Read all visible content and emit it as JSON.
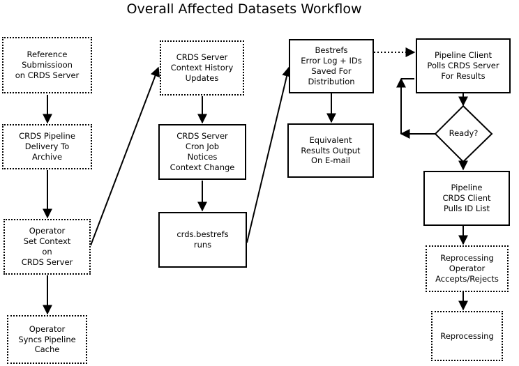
{
  "title": "Overall Affected Datasets Workflow",
  "nodes": {
    "reference_submission": "Reference\nSubmissioon\non CRDS Server",
    "pipeline_delivery": "CRDS Pipeline\nDelivery To\nArchive",
    "operator_set_context": "Operator\nSet Context\non\nCRDS Server",
    "operator_syncs_cache": "Operator\nSyncs Pipeline\nCache",
    "context_history": "CRDS Server\nContext History\nUpdates",
    "cron_job": "CRDS Server\nCron Job\nNotices\nContext Change",
    "bestrefs_runs": "crds.bestrefs\nruns",
    "error_log": "Bestrefs\nError Log + IDs\nSaved For\nDistribution",
    "email_output": "Equivalent\nResults Output\nOn E-mail",
    "pipeline_polls": "Pipeline Client\nPolls CRDS Server\nFor Results",
    "ready": "Ready?",
    "pulls_id_list": "Pipeline\nCRDS Client\nPulls ID List",
    "operator_accepts": "Reprocessing\nOperator\nAccepts/Rejects",
    "reprocessing": "Reprocessing"
  }
}
